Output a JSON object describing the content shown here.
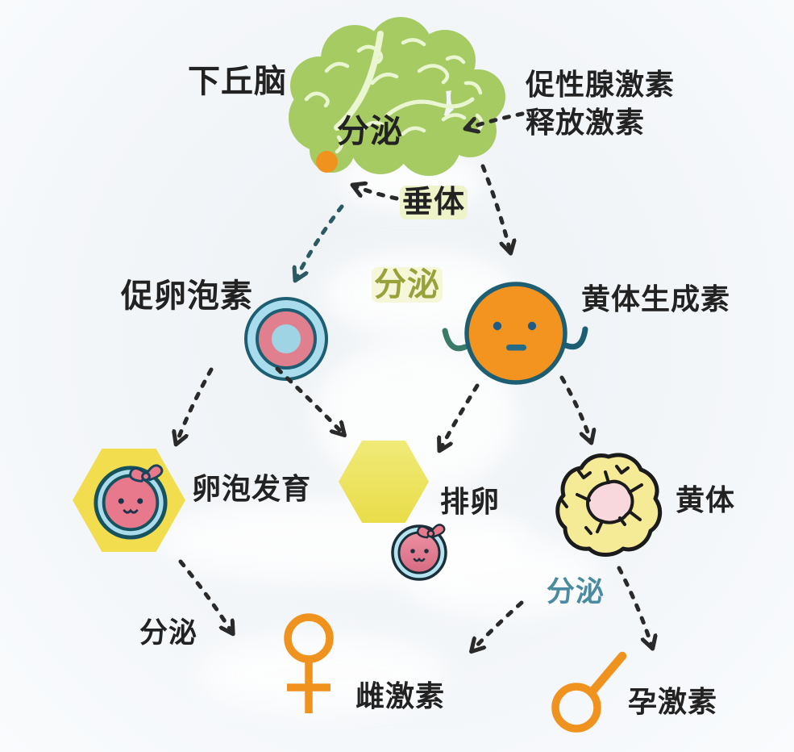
{
  "diagram": {
    "title_hint": "female hormone regulation axis",
    "nodes": {
      "hypothalamus": {
        "label": "下丘脑"
      },
      "brain_secrete": {
        "label": "分泌"
      },
      "gnrh": {
        "line1": "促性腺激素",
        "line2": "释放激素"
      },
      "pituitary": {
        "label": "垂体"
      },
      "pituitary_secrete": {
        "label": "分泌"
      },
      "fsh": {
        "label": "促卵泡素"
      },
      "lh": {
        "label": "黄体生成素"
      },
      "follicle": {
        "label": "卵泡发育"
      },
      "ovulation": {
        "label": "排卵"
      },
      "corpus_luteum": {
        "label": "黄体"
      },
      "corpus_luteum_secrete": {
        "label": "分泌"
      },
      "follicle_secrete": {
        "label": "分泌"
      },
      "estrogen": {
        "label": "雌激素"
      },
      "progesterone": {
        "label": "孕激素"
      }
    },
    "colors": {
      "background": "#f3f6f9",
      "brain_green": "#a6cb63",
      "brain_lines": "#eaf6d2",
      "accent_orange": "#f2941f",
      "outline_teal": "#1d5e73",
      "cell_outer_blue": "#a9ddee",
      "cell_ring_pink": "#e0808f",
      "cell_core_blue": "#9fd4e4",
      "hexagon_yellow": "#f2dd4e",
      "ovulation_hex_yellow": "#ece45f",
      "luteum_yellow": "#f5ea96",
      "luteum_core_pink": "#f8d8dd",
      "face_pink": "#e8798d",
      "olive_text": "#98a13a",
      "teal_text": "#4b8ba0",
      "ink": "#222222",
      "arrow_dark": "#2a2a2a",
      "arrow_teal": "#2c5a63"
    }
  }
}
